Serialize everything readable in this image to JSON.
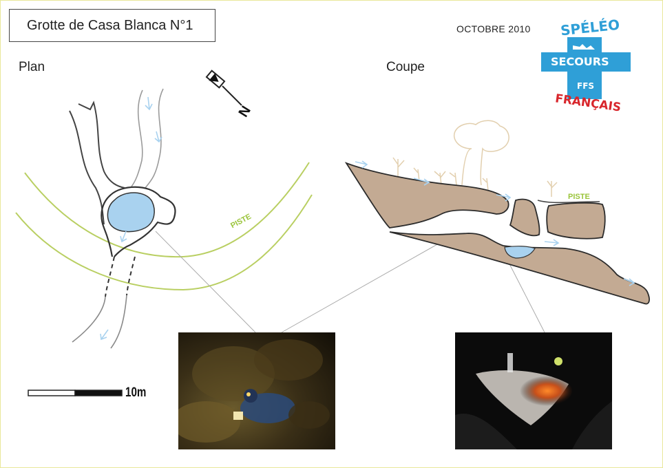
{
  "title": "Grotte de Casa Blanca N°1",
  "date": "OCTOBRE 2010",
  "plan_label": "Plan",
  "coupe_label": "Coupe",
  "north_label": "N",
  "scale_label": "10m",
  "piste_plan_label": "PISTE",
  "piste_coupe_label": "PISTE",
  "logo": {
    "top_text": "SPÉLÉO",
    "middle_text": "SECOURS",
    "sub_text": "FFS",
    "bottom_text": "FRANÇAIS"
  },
  "colors": {
    "rock": "#c3aa93",
    "water": "#a9d2ef",
    "piste": "#b9cf62",
    "logo_blue": "#2f9fd7",
    "logo_red": "#d8262c"
  }
}
